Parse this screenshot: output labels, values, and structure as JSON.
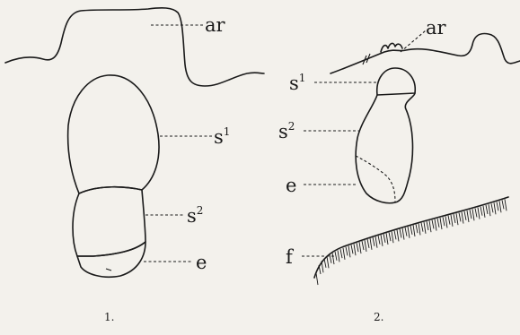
{
  "figures": [
    {
      "number": "1.",
      "labels": {
        "ar": "ar",
        "s1_base": "s",
        "s1_sup": "1",
        "s2_base": "s",
        "s2_sup": "2",
        "e": "e"
      }
    },
    {
      "number": "2.",
      "labels": {
        "ar": "ar",
        "s1_base": "s",
        "s1_sup": "1",
        "s2_base": "s",
        "s2_sup": "2",
        "e": "e",
        "f": "f"
      }
    }
  ]
}
